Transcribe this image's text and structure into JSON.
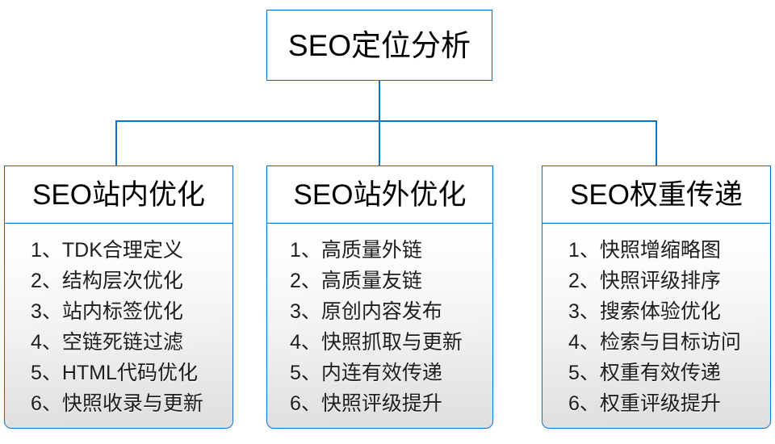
{
  "diagram": {
    "type": "org-tree",
    "root": {
      "title": "SEO定位分析"
    },
    "colors": {
      "line": "#0f72c4",
      "box_fill": "#ffffff",
      "body_gradient_top": "#ffffff",
      "body_gradient_bottom": "#dedede",
      "text": "#000000"
    },
    "branches": [
      {
        "title": "SEO站内优化",
        "items": [
          "1、TDK合理定义",
          "2、结构层次优化",
          "3、站内标签优化",
          "4、空链死链过滤",
          "5、HTML代码优化",
          "6、快照收录与更新"
        ]
      },
      {
        "title": "SEO站外优化",
        "items": [
          "1、高质量外链",
          "2、高质量友链",
          "3、原创内容发布",
          "4、快照抓取与更新",
          "5、内连有效传递",
          "6、快照评级提升"
        ]
      },
      {
        "title": "SEO权重传递",
        "items": [
          "1、快照增缩略图",
          "2、快照评级排序",
          "3、搜索体验优化",
          "4、检索与目标访问",
          "5、权重有效传递",
          "6、权重评级提升"
        ]
      }
    ]
  }
}
